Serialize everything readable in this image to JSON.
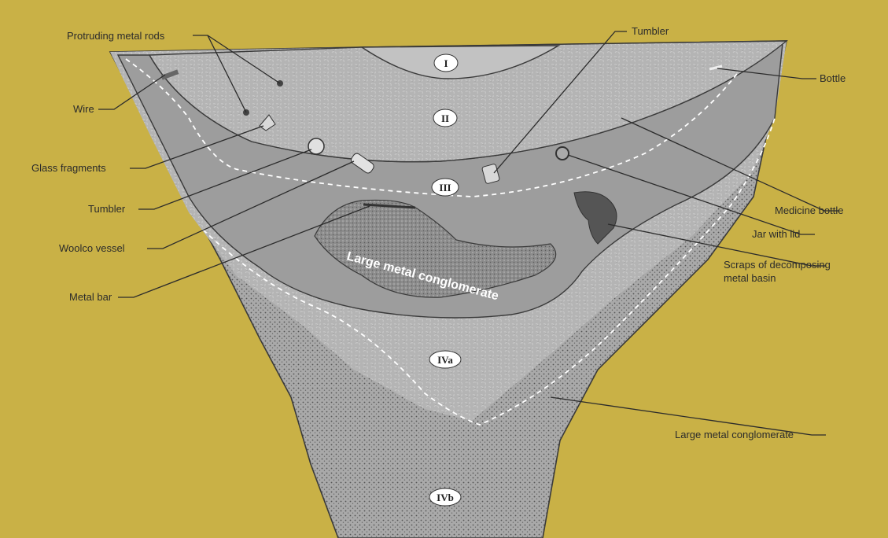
{
  "layers": {
    "I": "I",
    "II": "II",
    "III": "III",
    "IVa": "IVa",
    "IVb": "IVb"
  },
  "inner_label": "Large metal conglomerate",
  "labels": {
    "protruding_metal_rods": "Protruding metal rods",
    "wire": "Wire",
    "glass_fragments": "Glass fragments",
    "tumbler_left": "Tumbler",
    "woolco_vessel": "Woolco vessel",
    "metal_bar": "Metal bar",
    "tumbler_top": "Tumbler",
    "bottle": "Bottle",
    "medicine_bottle": "Medicine bottle",
    "jar_with_lid": "Jar with lid",
    "scraps_line1": "Scraps of decomposing",
    "scraps_line2": "metal basin",
    "large_metal_conglomerate": "Large metal conglomerate"
  },
  "colors": {
    "background": "#c9b146",
    "upper_fill": "#b2b2b2",
    "lower_fill": "#a0a0a0",
    "lens_fill": "#888888",
    "outline": "#3a3a3a"
  }
}
